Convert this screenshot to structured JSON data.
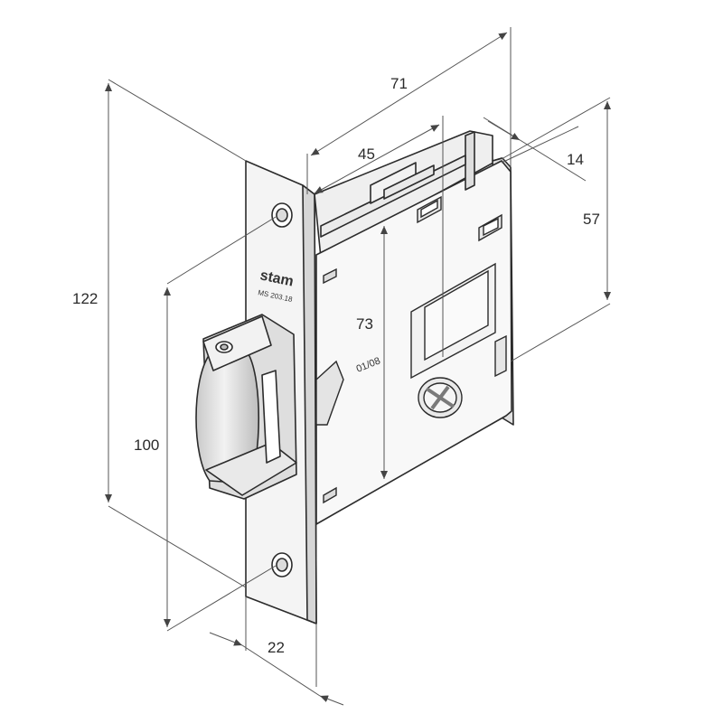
{
  "dimensions": {
    "overall_height": "122",
    "hole_spacing": "100",
    "faceplate_depth": "22",
    "body_height": "73",
    "overall_depth": "71",
    "backset": "45",
    "top_offset": "14",
    "body_upper_height": "57"
  },
  "faceplate_marking": {
    "brand": "stam",
    "code": "MS 203.18",
    "date_stamp": "01/08"
  },
  "colors": {
    "line": "#2b2b2b",
    "dimension_line": "#555555",
    "fill_light": "#f4f4f4",
    "fill_mid": "#e6e6e6",
    "fill_dark": "#d2d2d2"
  }
}
